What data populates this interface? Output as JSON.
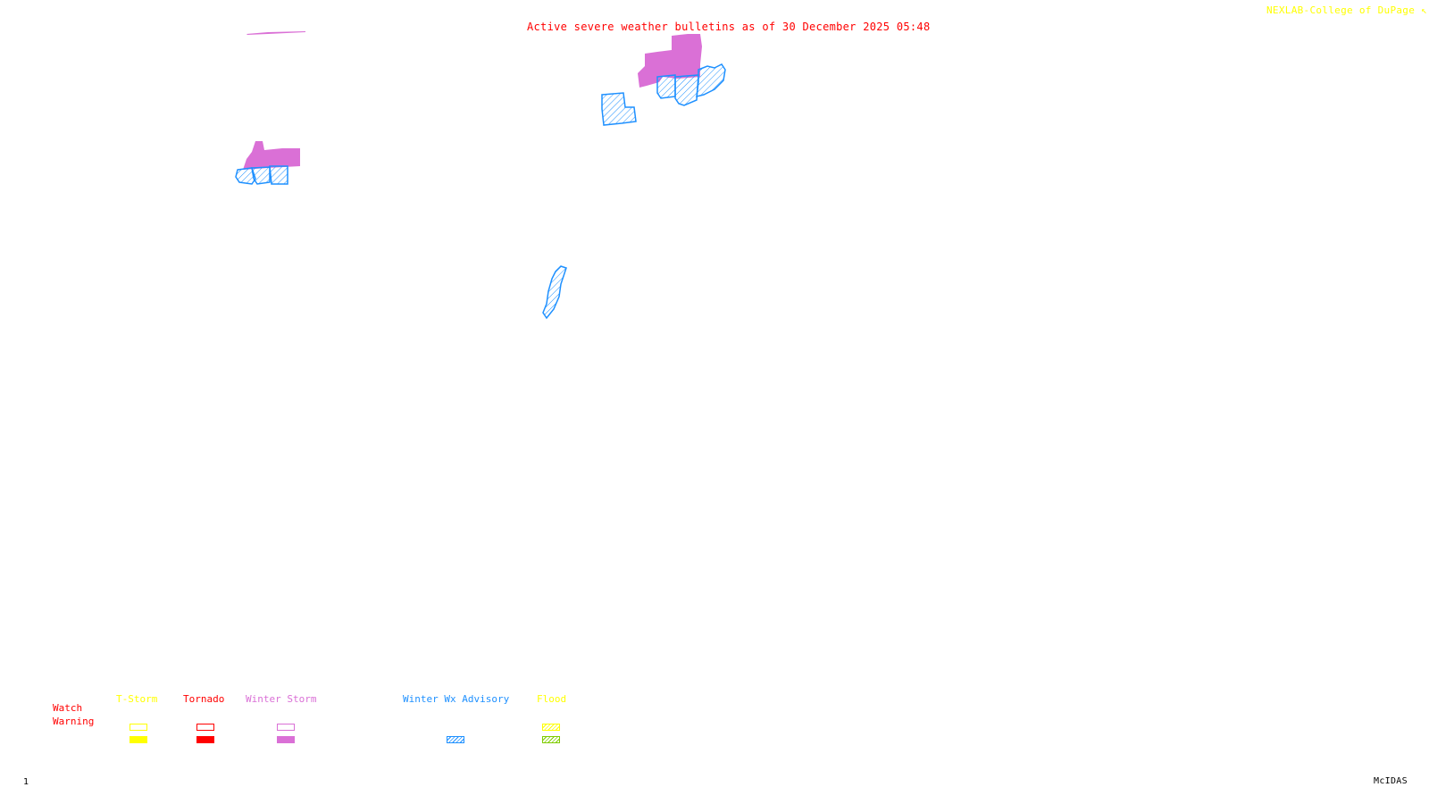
{
  "header": {
    "title": "Active severe weather bulletins as of 30 December 2025 05:48",
    "credit": "NEXLAB-College of DuPage",
    "credit_icon": "cursor-arrow-icon"
  },
  "footer": {
    "frame_number": "1",
    "software": "McIDAS"
  },
  "colors": {
    "title": "#ff0000",
    "credit": "#ffff00",
    "tstorm": "#ffff00",
    "tornado": "#ff0000",
    "winter_storm": "#da70d6",
    "winter_advisory": "#1e90ff",
    "flood_watch": "#ffff00",
    "flood_warning": "#7fcc00"
  },
  "legend": {
    "rows": [
      "Watch",
      "Warning"
    ],
    "columns": [
      {
        "label": "T-Storm",
        "watch": "outline",
        "warning": "filled"
      },
      {
        "label": "Tornado",
        "watch": "outline",
        "warning": "filled"
      },
      {
        "label": "Winter Storm",
        "watch": "outline",
        "warning": "filled"
      },
      {
        "label": "Winter Wx Advisory",
        "watch": "none",
        "warning": "hatched"
      },
      {
        "label": "Flood",
        "watch": "hatched",
        "warning": "hatched"
      }
    ]
  },
  "bulletins": [
    {
      "type": "Winter Storm Warning",
      "region": "northeast cluster"
    },
    {
      "type": "Winter Wx Advisory",
      "region": "northeast cluster"
    },
    {
      "type": "Winter Wx Advisory",
      "region": "northeast isolated"
    },
    {
      "type": "Winter Storm Warning",
      "region": "west cluster"
    },
    {
      "type": "Winter Wx Advisory",
      "region": "west cluster"
    },
    {
      "type": "Winter Wx Advisory",
      "region": "central narrow strip"
    },
    {
      "type": "Winter Storm Warning",
      "region": "northwest sliver"
    }
  ]
}
